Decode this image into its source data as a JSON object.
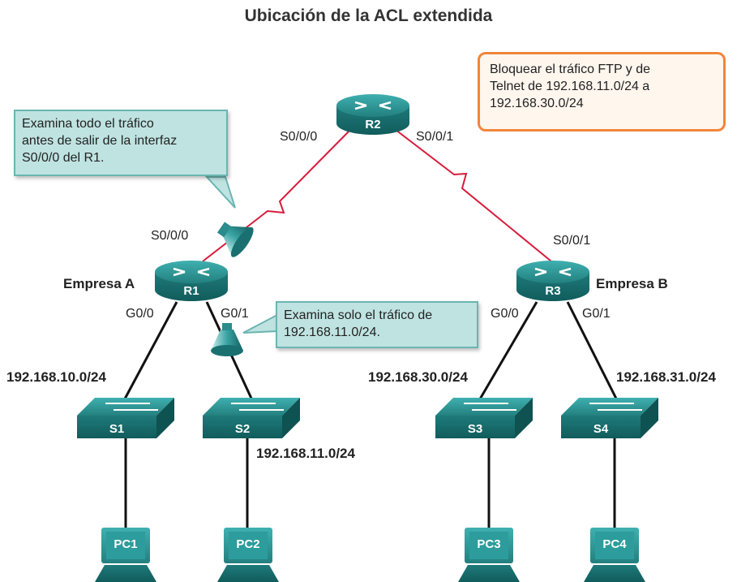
{
  "title": "Ubicación de la ACL extendida",
  "devices": {
    "R1": "R1",
    "R2": "R2",
    "R3": "R3",
    "S1": "S1",
    "S2": "S2",
    "S3": "S3",
    "S4": "S4",
    "PC1": "PC1",
    "PC2": "PC2",
    "PC3": "PC3",
    "PC4": "PC4"
  },
  "labels": {
    "empresa_a": "Empresa A",
    "empresa_b": "Empresa B",
    "r2_s000": "S0/0/0",
    "r2_s001": "S0/0/1",
    "r1_s000": "S0/0/0",
    "r3_s001": "S0/0/1",
    "r1_g00": "G0/0",
    "r1_g01": "G0/1",
    "r3_g00": "G0/0",
    "r3_g01": "G0/1",
    "net_10": "192.168.10.0/24",
    "net_11": "192.168.11.0/24",
    "net_30": "192.168.30.0/24",
    "net_31": "192.168.31.0/24"
  },
  "callouts": {
    "r1_outbound_line1": "Examina todo el tráfico",
    "r1_outbound_line2": "antes de salir de la interfaz",
    "r1_outbound_line3": "S0/0/0 del R1.",
    "g01_line1": "Examina solo el tráfico de",
    "g01_line2": "192.168.11.0/24.",
    "block_line1": "Bloquear el tráfico FTP y de",
    "block_line2": "Telnet de 192.168.11.0/24 a",
    "block_line3": "192.168.30.0/24"
  },
  "colors": {
    "device": "#2a8c8c",
    "serial_link": "#d81b3c",
    "ethernet_link": "#111111",
    "callout_fill": "#bfe3e1",
    "note_border": "#f0863a"
  },
  "icons": [
    "router-icon",
    "switch-icon",
    "pc-icon",
    "acl-filter-icon"
  ]
}
